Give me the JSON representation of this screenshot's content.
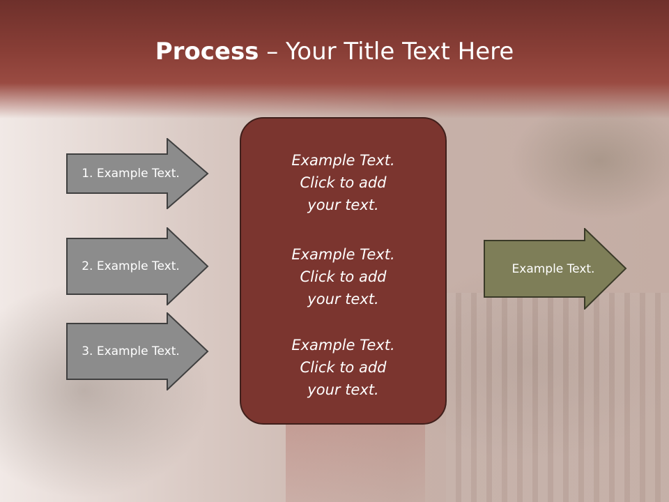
{
  "title": {
    "bold": "Process",
    "rest": " – Your Title Text Here"
  },
  "left_steps": [
    {
      "label": "1. Example Text."
    },
    {
      "label": "2. Example Text."
    },
    {
      "label": "3. Example Text."
    }
  ],
  "center_blocks": [
    {
      "line1": "Example Text.",
      "line2": "Click  to add",
      "line3": "your text."
    },
    {
      "line1": "Example Text.",
      "line2": "Click  to add",
      "line3": "your text."
    },
    {
      "line1": "Example Text.",
      "line2": "Click  to add",
      "line3": "your text."
    }
  ],
  "result": {
    "label": "Example Text."
  },
  "colors": {
    "header": "#7a352f",
    "box_fill": "#7b352f",
    "gray_arrow": "#8c8c8c",
    "green_arrow": "#7e7e58"
  }
}
